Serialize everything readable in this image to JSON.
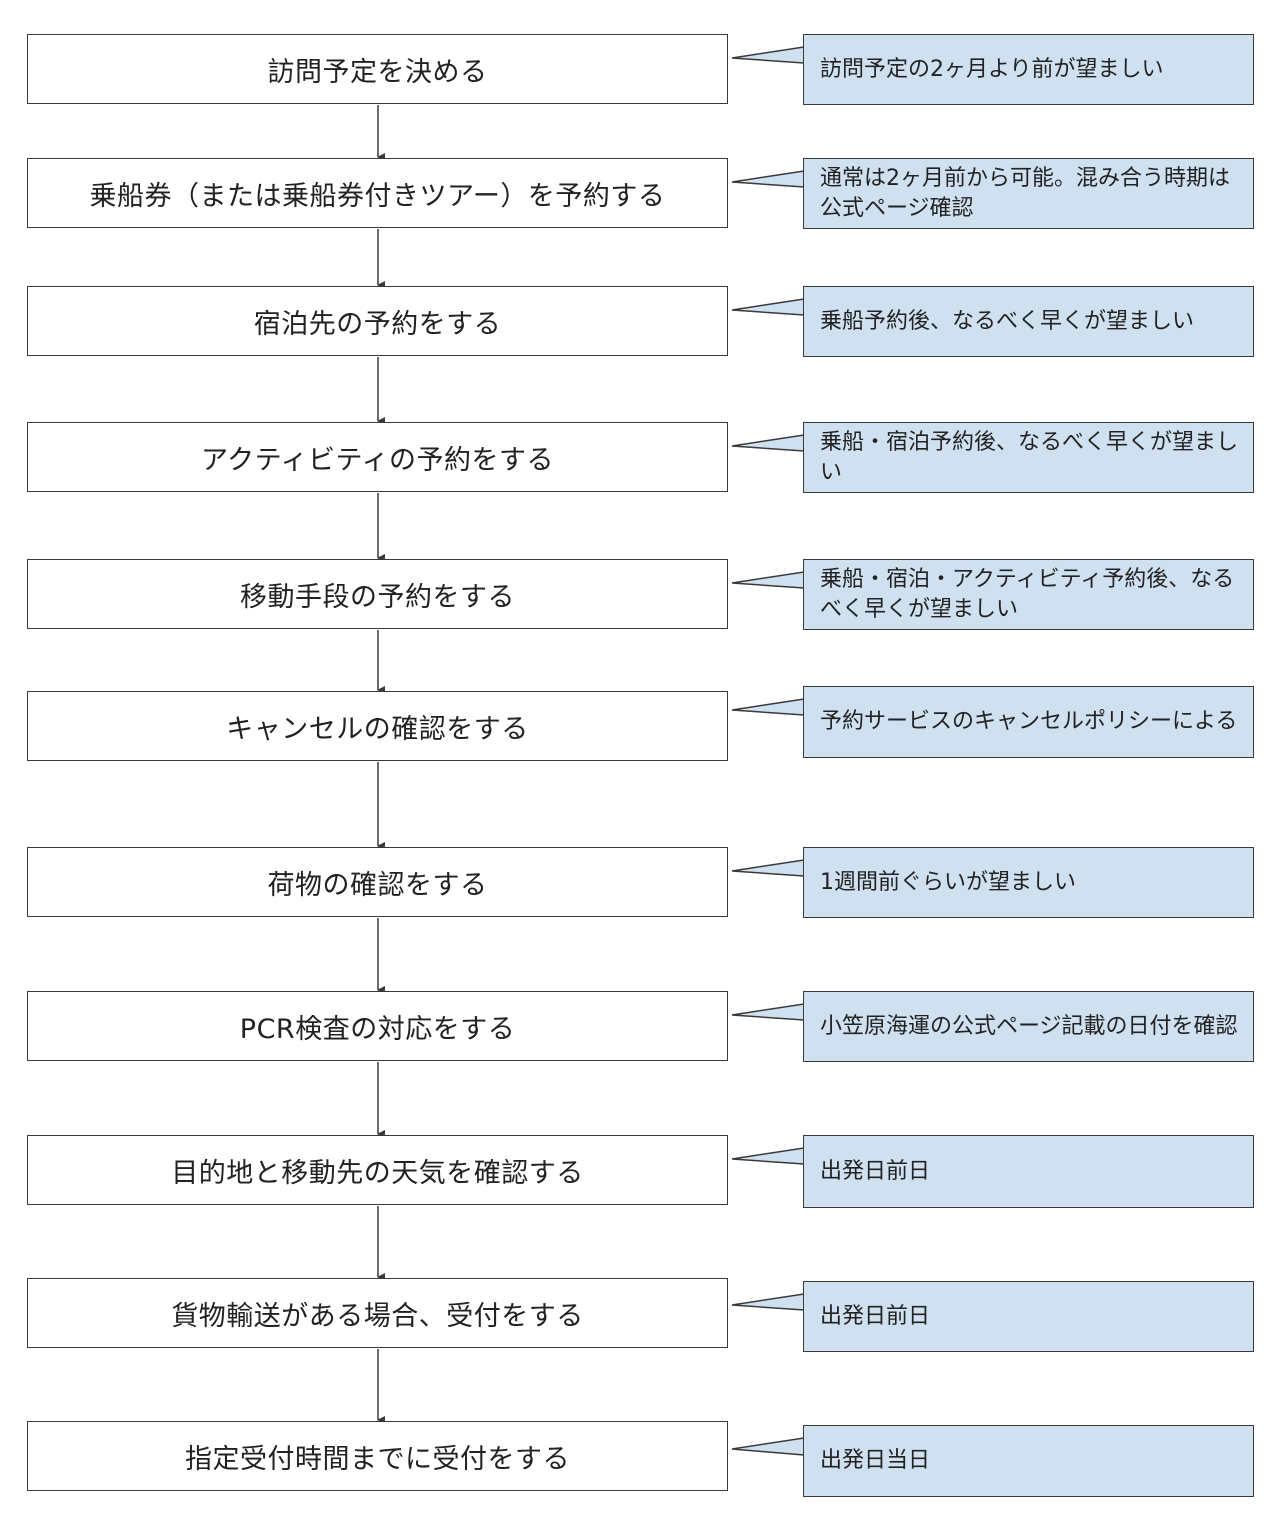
{
  "diagram": {
    "type": "flowchart",
    "colors": {
      "step_fill": "#ffffff",
      "note_fill": "#cfe0f1",
      "border": "#3a3a3a"
    },
    "steps": [
      {
        "label": "訪問予定を決める",
        "note": "訪問予定の2ヶ月より前が望ましい"
      },
      {
        "label": "乗船券（または乗船券付きツアー）を予約する",
        "note": "通常は2ヶ月前から可能。混み合う時期は公式ページ確認"
      },
      {
        "label": "宿泊先の予約をする",
        "note": "乗船予約後、なるべく早くが望ましい"
      },
      {
        "label": "アクティビティの予約をする",
        "note": "乗船・宿泊予約後、なるべく早くが望ましい"
      },
      {
        "label": "移動手段の予約をする",
        "note": "乗船・宿泊・アクティビティ予約後、なるべく早くが望ましい"
      },
      {
        "label": "キャンセルの確認をする",
        "note": "予約サービスのキャンセルポリシーによる"
      },
      {
        "label": "荷物の確認をする",
        "note": "1週間前ぐらいが望ましい"
      },
      {
        "label": "PCR検査の対応をする",
        "note": "小笠原海運の公式ページ記載の日付を確認"
      },
      {
        "label": "目的地と移動先の天気を確認する",
        "note": "出発日前日"
      },
      {
        "label": "貨物輸送がある場合、受付をする",
        "note": "出発日前日"
      },
      {
        "label": "指定受付時間までに受付をする",
        "note": "出発日当日"
      }
    ]
  }
}
